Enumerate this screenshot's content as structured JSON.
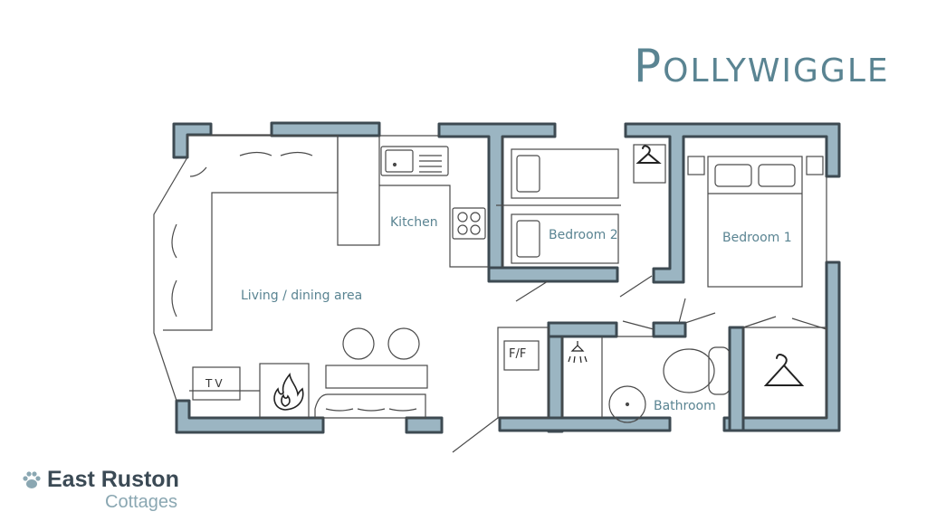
{
  "title": {
    "first": "P",
    "rest": "OLLYWIGGLE"
  },
  "rooms": {
    "kitchen": "Kitchen",
    "bedroom2": "Bedroom 2",
    "bedroom1": "Bedroom 1",
    "living": "Living / dining area",
    "bathroom": "Bathroom"
  },
  "fixtures": {
    "tv": "TV",
    "fridge_freezer": "F/F"
  },
  "brand": {
    "name": "East Ruston",
    "sub": "Cottages"
  },
  "colors": {
    "wall_fill": "#9bb5c2",
    "wall_stroke": "#3d4a52",
    "text": "#5a8492"
  }
}
